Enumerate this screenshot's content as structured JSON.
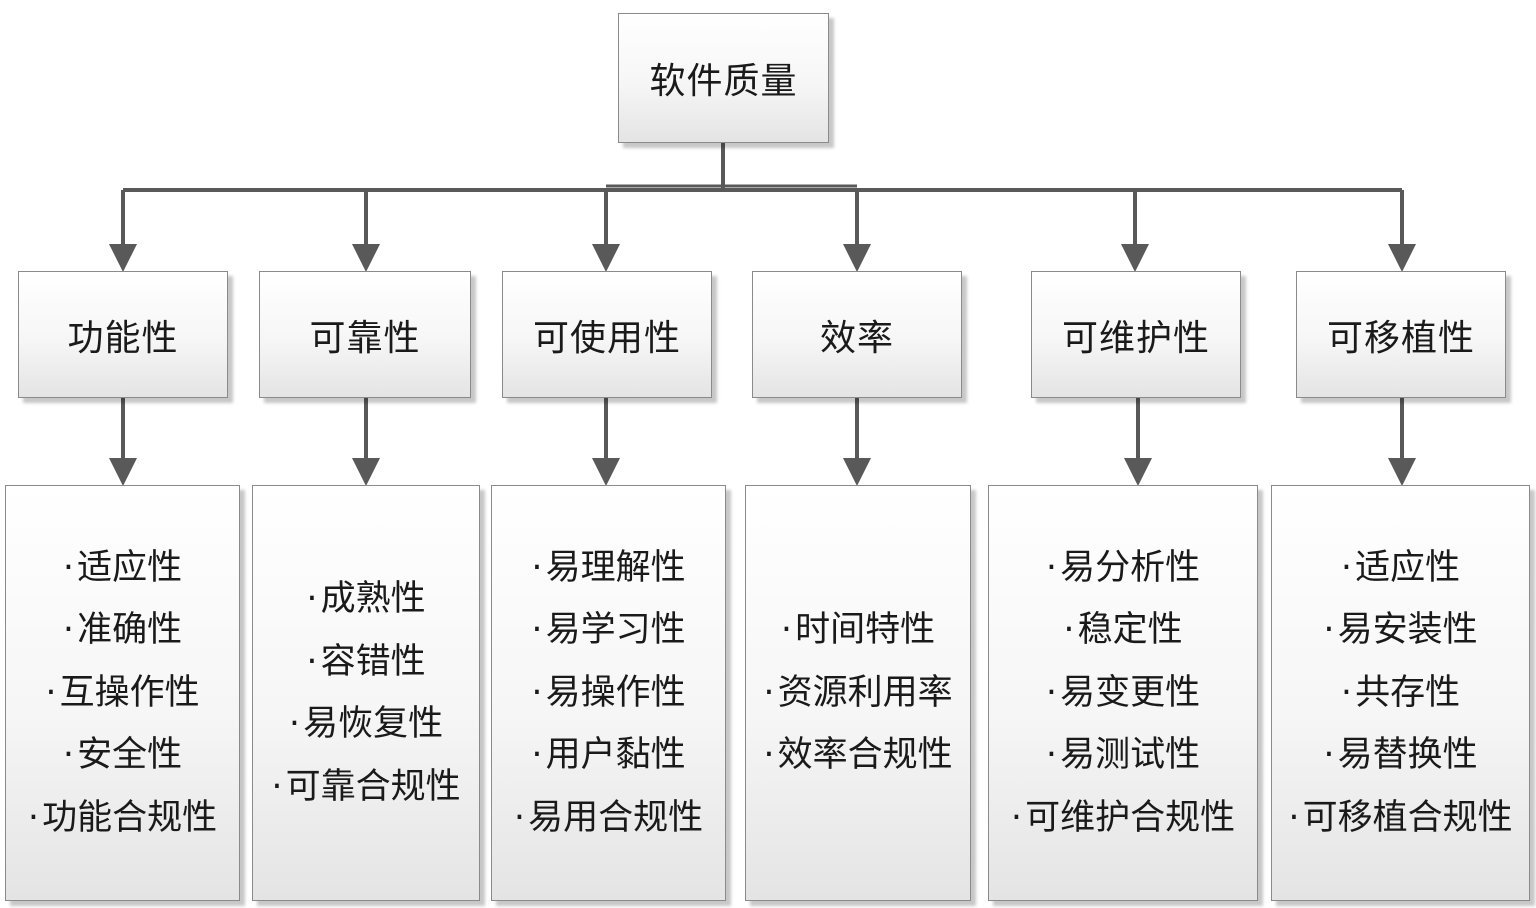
{
  "root": {
    "label": "软件质量"
  },
  "characteristics": [
    {
      "label": "功能性",
      "subs": [
        "适应性",
        "准确性",
        "互操作性",
        "安全性",
        "功能合规性"
      ]
    },
    {
      "label": "可靠性",
      "subs": [
        "成熟性",
        "容错性",
        "易恢复性",
        "可靠合规性"
      ]
    },
    {
      "label": "可使用性",
      "subs": [
        "易理解性",
        "易学习性",
        "易操作性",
        "用户黏性",
        "易用合规性"
      ]
    },
    {
      "label": "效率",
      "subs": [
        "时间特性",
        "资源利用率",
        "效率合规性"
      ]
    },
    {
      "label": "可维护性",
      "subs": [
        "易分析性",
        "稳定性",
        "易变更性",
        "易测试性",
        "可维护合规性"
      ]
    },
    {
      "label": "可移植性",
      "subs": [
        "适应性",
        "易安装性",
        "共存性",
        "易替换性",
        "可移植合规性"
      ]
    }
  ]
}
